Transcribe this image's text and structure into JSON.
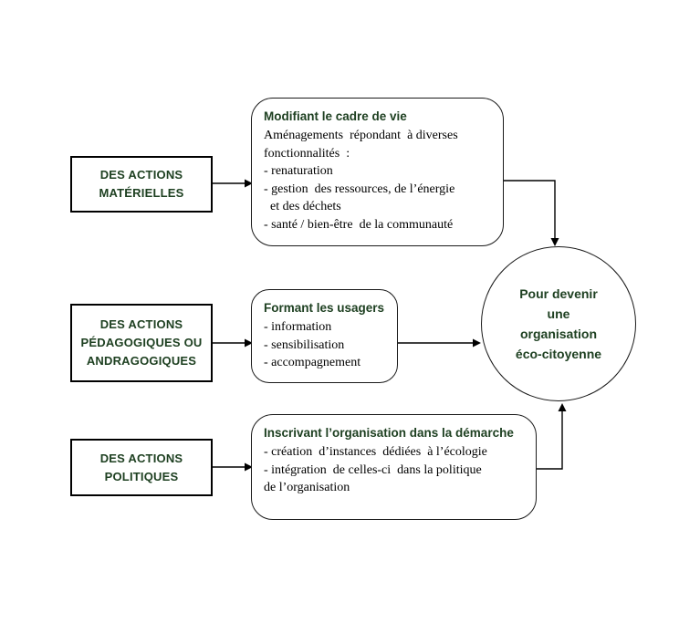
{
  "colors": {
    "text_green": "#1e4021",
    "line_black": "#000000",
    "background": "#ffffff"
  },
  "left_boxes": [
    {
      "label": "DES ACTIONS\nMATÉRIELLES"
    },
    {
      "label": "DES ACTIONS\nPÉDAGOGIQUES OU\nANDRAGOGIQUES"
    },
    {
      "label": "DES ACTIONS\nPOLITIQUES"
    }
  ],
  "process_boxes": [
    {
      "title": "Modifiant le cadre de vie",
      "lines": [
        "Aménagements  répondant  à diverses",
        "fonctionnalités  :",
        "- renaturation",
        "- gestion  des ressources, de l’énergie",
        "  et des déchets",
        "- santé / bien-être  de la communauté"
      ]
    },
    {
      "title": "Formant les usagers",
      "lines": [
        "- information",
        "- sensibilisation",
        "- accompagnement"
      ]
    },
    {
      "title": "Inscrivant l’organisation dans la démarche",
      "lines": [
        "- création  d’instances  dédiées  à l’écologie",
        "- intégration  de celles-ci  dans la politique",
        "de l’organisation"
      ]
    }
  ],
  "goal_circle": {
    "label": "Pour devenir\nune\norganisation\néco-citoyenne"
  }
}
